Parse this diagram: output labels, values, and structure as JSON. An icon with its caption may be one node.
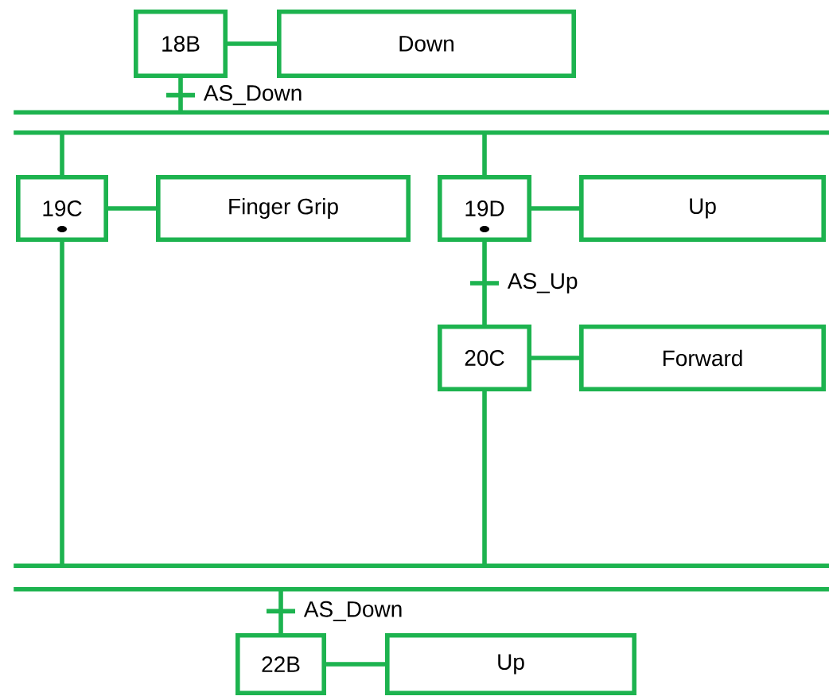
{
  "diagram": {
    "nodes": [
      {
        "text": [
          "18B"
        ]
      },
      {
        "text": [
          "Down"
        ]
      },
      {
        "text": [],
        "shape": "bar"
      },
      {
        "text": [
          "19C"
        ]
      },
      {
        "text": [
          "Finger Grip"
        ]
      },
      {
        "text": [
          "19D"
        ]
      },
      {
        "text": [
          "Up"
        ]
      },
      {
        "text": [
          "20C"
        ]
      },
      {
        "text": [
          "Forward"
        ]
      },
      {
        "text": [],
        "shape": "bar"
      },
      {
        "text": [
          "22B"
        ]
      },
      {
        "text": [
          "Up"
        ]
      }
    ],
    "edges": [
      {
        "from": 0,
        "to": 1,
        "arrow": "none"
      },
      {
        "from": 0,
        "to": 2,
        "arrow": "none",
        "label": "AS_Down"
      },
      {
        "from": 2,
        "to": 3,
        "arrow": "none"
      },
      {
        "from": 2,
        "to": 5,
        "arrow": "none"
      },
      {
        "from": 3,
        "to": 4,
        "arrow": "none"
      },
      {
        "from": 5,
        "to": 6,
        "arrow": "none"
      },
      {
        "from": 5,
        "to": 7,
        "arrow": "none",
        "label": "AS_Up"
      },
      {
        "from": 7,
        "to": 8,
        "arrow": "none"
      },
      {
        "from": 3,
        "to": 9,
        "arrow": "none"
      },
      {
        "from": 7,
        "to": 9,
        "arrow": "none"
      },
      {
        "from": 9,
        "to": 10,
        "arrow": "none",
        "label": "AS_Down"
      },
      {
        "from": 10,
        "to": 11,
        "arrow": "none"
      }
    ]
  }
}
